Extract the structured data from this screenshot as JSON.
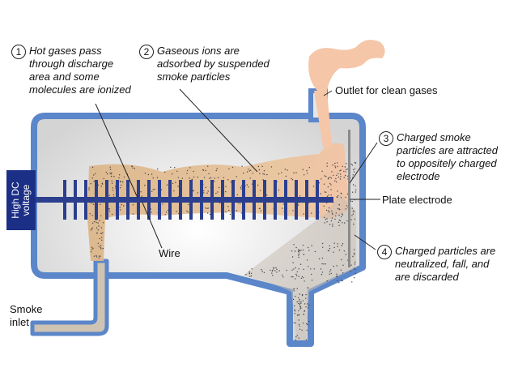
{
  "callouts": [
    {
      "number": "1",
      "lines": [
        "Hot gases pass",
        "through discharge",
        "area and some",
        "molecules are ionized"
      ]
    },
    {
      "number": "2",
      "lines": [
        "Gaseous ions are",
        "adsorbed by suspended",
        "smoke particles"
      ]
    },
    {
      "number": "3",
      "lines": [
        "Charged smoke",
        "particles are attracted",
        "to oppositely charged",
        "electrode"
      ]
    },
    {
      "number": "4",
      "lines": [
        "Charged particles are",
        "neutralized, fall, and",
        "are discarded"
      ]
    }
  ],
  "labels": {
    "outlet": "Outlet for clean gases",
    "plate_electrode": "Plate electrode",
    "wire": "Wire",
    "smoke_inlet_line1": "Smoke",
    "smoke_inlet_line2": "inlet",
    "voltage_line1": "High DC",
    "voltage_line2": "voltage"
  },
  "colors": {
    "chamber_wall": "#5b86c9",
    "wire": "#2b3f8e",
    "voltage_box": "#1c2f86",
    "smoke": "#e6c29a",
    "clean_gas": "#f5c6a8",
    "particles": "#444444"
  }
}
